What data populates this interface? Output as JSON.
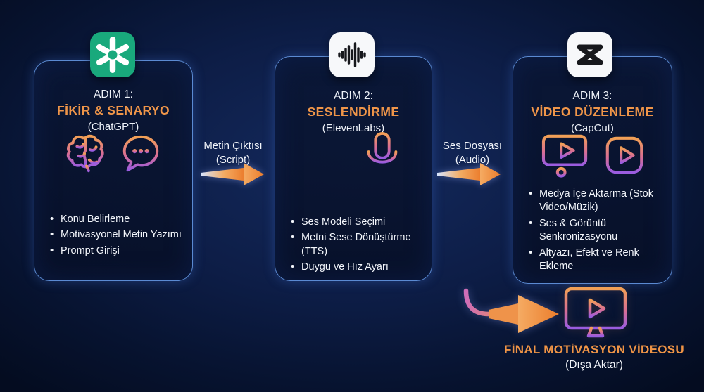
{
  "steps": [
    {
      "kicker": "ADIM 1:",
      "title": "FİKİR & SENARYO",
      "subtitle": "(ChatGPT)",
      "app_icon": "chatgpt-icon",
      "illustration_icons": [
        "brain-icon",
        "chat-bubble-icon"
      ],
      "bullets": [
        "Konu Belirleme",
        "Motivasyonel Metin Yazımı",
        "Prompt Girişi"
      ]
    },
    {
      "kicker": "ADIM 2:",
      "title": "SESLENDİRME",
      "subtitle": "(ElevenLabs)",
      "app_icon": "voice-app-icon",
      "illustration_icons": [
        "waveform-icon",
        "microphone-icon"
      ],
      "bullets": [
        "Ses Modeli Seçimi",
        "Metni Sese Dönüştürme (TTS)",
        "Duygu ve Hız Ayarı"
      ]
    },
    {
      "kicker": "ADIM 3:",
      "title": "VİDEO DÜZENLEME",
      "subtitle": "(CapCut)",
      "app_icon": "capcut-icon",
      "illustration_icons": [
        "video-editor-icon",
        "play-button-icon"
      ],
      "bullets": [
        "Medya İçe Aktarma (Stok Video/Müzik)",
        "Ses & Görüntü Senkronizasyonu",
        "Altyazı, Efekt ve Renk Ekleme"
      ]
    }
  ],
  "connectors": [
    {
      "label_line1": "Metin Çıktısı",
      "label_line2": "(Script)"
    },
    {
      "label_line1": "Ses Dosyası",
      "label_line2": "(Audio)"
    }
  ],
  "final": {
    "title": "FİNAL MOTİVASYON VİDEOSU",
    "subtitle": "(Dışa Aktar)"
  },
  "colors": {
    "background_center": "#142a5e",
    "background_edge": "#040c20",
    "box_border_blue": "#5b8ad2",
    "accent_orange": "#ef9549",
    "text_white": "#f3f6fb",
    "icon_gradient_top": "#f2a055",
    "icon_gradient_bottom": "#9a5ce0",
    "chatgpt_green": "#19a97c",
    "arrow_tail_blue": "#d6e4ff",
    "arrow_head_orange": "#ec7e2e"
  }
}
